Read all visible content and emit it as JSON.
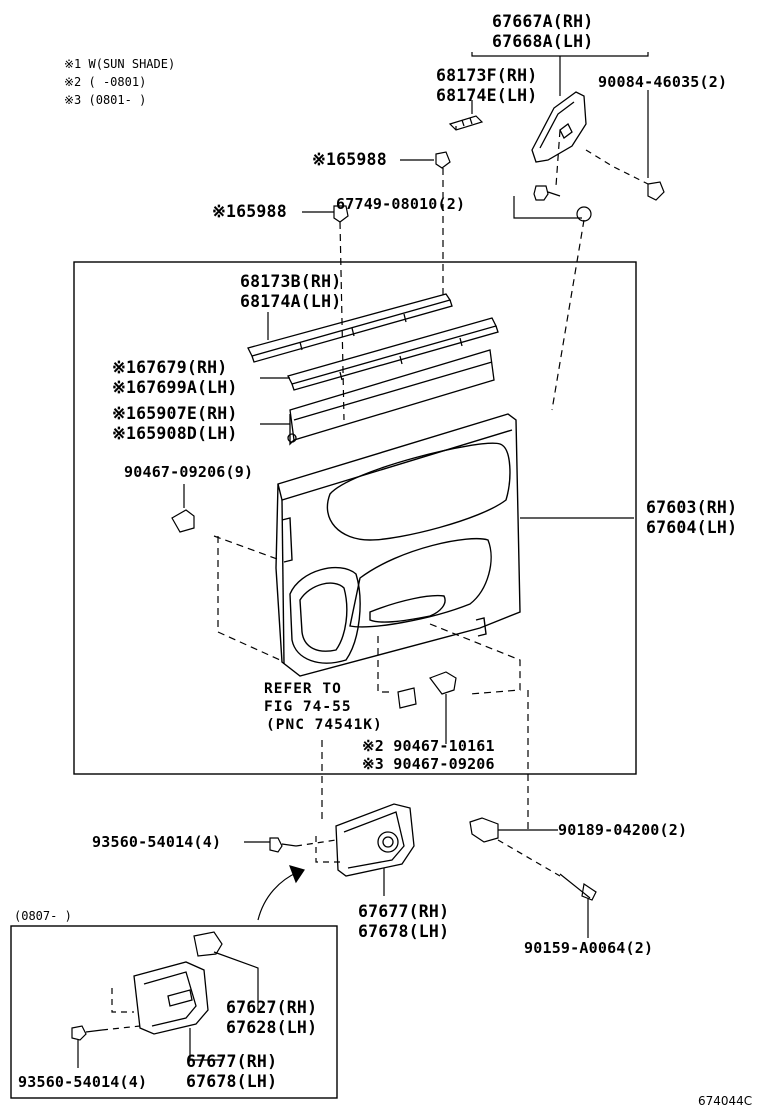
{
  "notes": [
    "※1 W(SUN SHADE)",
    "※2 (      -0801)",
    "※3 (0801-      )"
  ],
  "parts": {
    "p67667A": "67667A(RH)",
    "p67668A": "67668A(LH)",
    "p68173F": "68173F(RH)",
    "p68174E": "68174E(LH)",
    "p90084": "90084-46035(2)",
    "p65988a": "※165988",
    "p67749": "67749-08010(2)",
    "p65988b": "※165988",
    "p68173B": "68173B(RH)",
    "p68174A": "68174A(LH)",
    "p67679": "※167679(RH)",
    "p67699A": "※167699A(LH)",
    "p65907E": "※165907E(RH)",
    "p65908D": "※165908D(LH)",
    "p90467_9": "90467-09206(9)",
    "p67603": "67603(RH)",
    "p67604": "67604(LH)",
    "p90467_10161": "※2 90467-10161",
    "p90467_09206": "※3 90467-09206",
    "p93560_a": "93560-54014(4)",
    "p90189": "90189-04200(2)",
    "p67677_a": "67677(RH)",
    "p67678_a": "67678(LH)",
    "p90159": "90159-A0064(2)",
    "p67627": "67627(RH)",
    "p67628": "67628(LH)",
    "p67677_b": "67677(RH)",
    "p67678_b": "67678(LH)",
    "p93560_b": "93560-54014(4)"
  },
  "reference": [
    "REFER TO",
    "FIG 74-55",
    "(PNC 74541K)"
  ],
  "inset_label": "(0807-      )",
  "diagram_code": "674044C"
}
